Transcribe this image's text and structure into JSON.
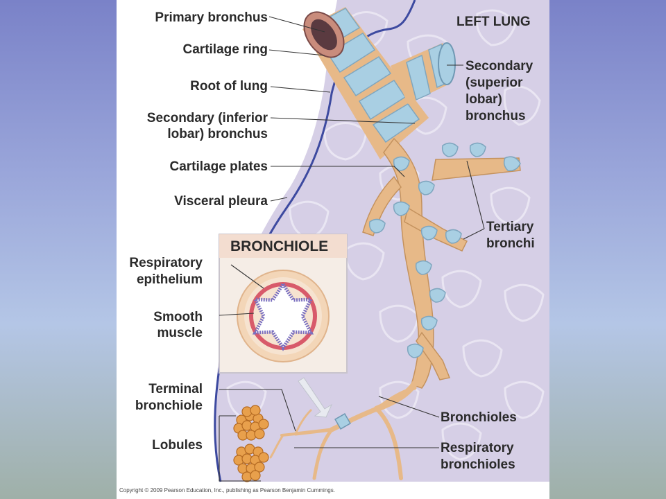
{
  "figure": {
    "corner_label": "LEFT LUNG",
    "inset_title": "BRONCHIOLE",
    "copyright": "Copyright © 2009 Pearson Education, Inc., publishing as Pearson Benjamin Cummings.",
    "labels": {
      "primary_bronchus": "Primary bronchus",
      "cartilage_ring": "Cartilage ring",
      "root_of_lung": "Root of lung",
      "secondary_inferior_line1": "Secondary (inferior",
      "secondary_inferior_line2": "lobar) bronchus",
      "cartilage_plates": "Cartilage plates",
      "visceral_pleura": "Visceral pleura",
      "respiratory_epithelium_line1": "Respiratory",
      "respiratory_epithelium_line2": "epithelium",
      "smooth_muscle_line1": "Smooth",
      "smooth_muscle_line2": "muscle",
      "terminal_bronchiole_line1": "Terminal",
      "terminal_bronchiole_line2": "bronchiole",
      "lobules": "Lobules",
      "secondary_superior_line1": "Secondary",
      "secondary_superior_line2": "(superior",
      "secondary_superior_line3": "lobar)",
      "secondary_superior_line4": "bronchus",
      "tertiary_bronchi_line1": "Tertiary",
      "tertiary_bronchi_line2": "bronchi",
      "bronchioles": "Bronchioles",
      "respiratory_bronchioles_line1": "Respiratory",
      "respiratory_bronchioles_line2": "bronchioles"
    }
  },
  "colors": {
    "background_top": "#7a82c8",
    "background_bottom": "#9fb0a8",
    "lung_tissue": "#d6cfe6",
    "lung_cell_outline": "#ebe6f3",
    "pleura_line": "#3d4aa0",
    "airway_tan": "#e7b988",
    "cartilage_blue": "#a9cfe3",
    "inset_background": "#f5e6d8",
    "smooth_muscle": "#d85a6a",
    "epithelium": "#7a6fbf",
    "lobule": "#e8a04c"
  }
}
